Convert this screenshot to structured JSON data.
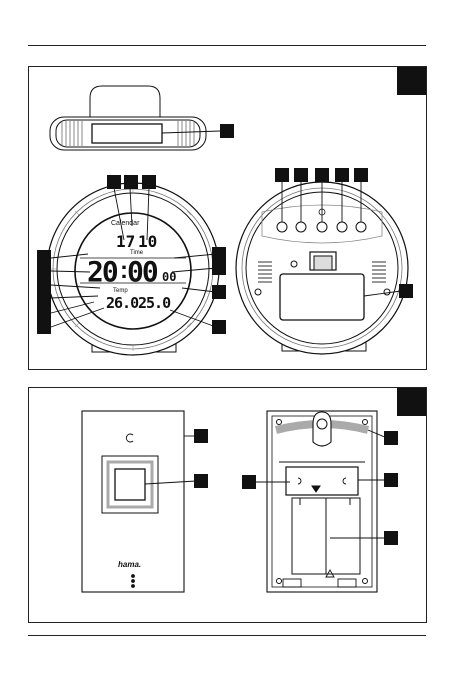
{
  "front_display": {
    "label_calendar": "Calendar",
    "date_left": "17",
    "date_right": "10",
    "label_time": "Time",
    "time_hours": "20",
    "time_minutes": "00",
    "seconds": "00",
    "label_temp": "Temp",
    "temp_left": "26.0",
    "temp_right": "25.0",
    "unit": "°C"
  },
  "sensor": {
    "brand": "hama."
  },
  "colors": {
    "ink": "#111111",
    "panel_border": "#222222",
    "gray": "#bfbfbf"
  }
}
